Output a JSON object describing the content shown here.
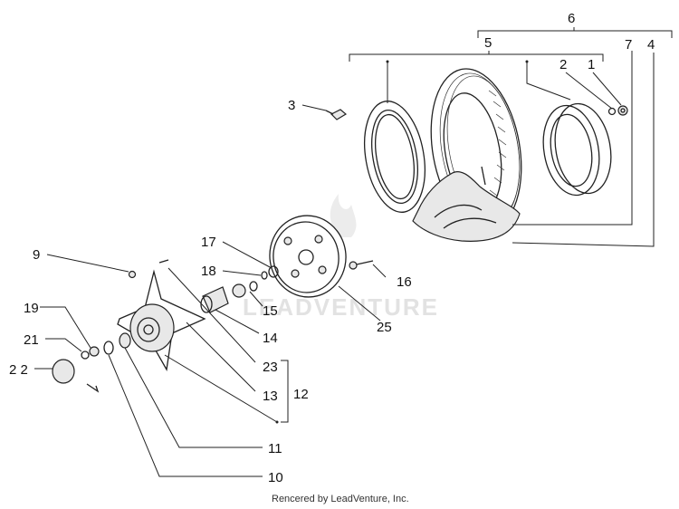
{
  "callouts": {
    "c1": "1",
    "c2": "2",
    "c3": "3",
    "c4": "4",
    "c5": "5",
    "c6": "6",
    "c7": "7",
    "c9": "9",
    "c10": "10",
    "c11": "11",
    "c12": "12",
    "c13": "13",
    "c14": "14",
    "c15": "15",
    "c16": "16",
    "c17": "17",
    "c18": "18",
    "c19": "19",
    "c21": "21",
    "c22": "2 2",
    "c23": "23",
    "c25": "25"
  },
  "watermark": "LEADVENTURE",
  "credit": "Rencered by LeadVenture, Inc."
}
